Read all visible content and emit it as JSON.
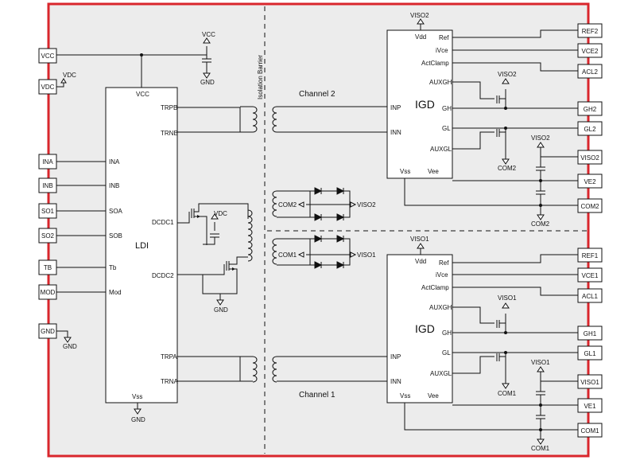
{
  "colors": {
    "frame": "#d9262c",
    "background": "#ececec",
    "wire": "#111111"
  },
  "left_pins": [
    "VCC",
    "VDC",
    "INA",
    "INB",
    "SO1",
    "SO2",
    "TB",
    "MOD",
    "GND"
  ],
  "ldi": {
    "name": "LDI",
    "vcc": "VCC",
    "trpb": "TRPB",
    "trnb": "TRNB",
    "ina": "INA",
    "inb": "INB",
    "soa": "SOA",
    "sob": "SOB",
    "dcdc1": "DCDC1",
    "dcdc2": "DCDC2",
    "tb": "Tb",
    "mod": "Mod",
    "trpa": "TRPA",
    "trna": "TRNA",
    "vss": "Vss"
  },
  "rails": {
    "vcc": "VCC",
    "vdc": "VDC",
    "gnd": "GND"
  },
  "isolation_barrier": "Isolation Barrier",
  "channel2": {
    "label": "Channel 2",
    "igd": "IGD",
    "vdd": "Vdd",
    "ref": "Ref",
    "ivce": "iVce",
    "actclamp": "ActClamp",
    "auxgh": "AUXGH",
    "inp": "INP",
    "gh": "GH",
    "gl": "GL",
    "inn": "INN",
    "auxgl": "AUXGL",
    "vss": "Vss",
    "vee": "Vee",
    "viso": "VISO2",
    "com": "COM2"
  },
  "channel1": {
    "label": "Channel 1",
    "igd": "IGD",
    "vdd": "Vdd",
    "ref": "Ref",
    "ivce": "iVce",
    "actclamp": "ActClamp",
    "auxgh": "AUXGH",
    "inp": "INP",
    "gh": "GH",
    "gl": "GL",
    "inn": "INN",
    "auxgl": "AUXGL",
    "vss": "Vss",
    "vee": "Vee",
    "viso": "VISO1",
    "com": "COM1"
  },
  "right_pins_top": [
    "REF2",
    "VCE2",
    "ACL2",
    "GH2",
    "GL2",
    "VISO2",
    "VE2",
    "COM2"
  ],
  "right_pins_bottom": [
    "REF1",
    "VCE1",
    "ACL1",
    "GH1",
    "GL1",
    "VISO1",
    "VE1",
    "COM1"
  ]
}
